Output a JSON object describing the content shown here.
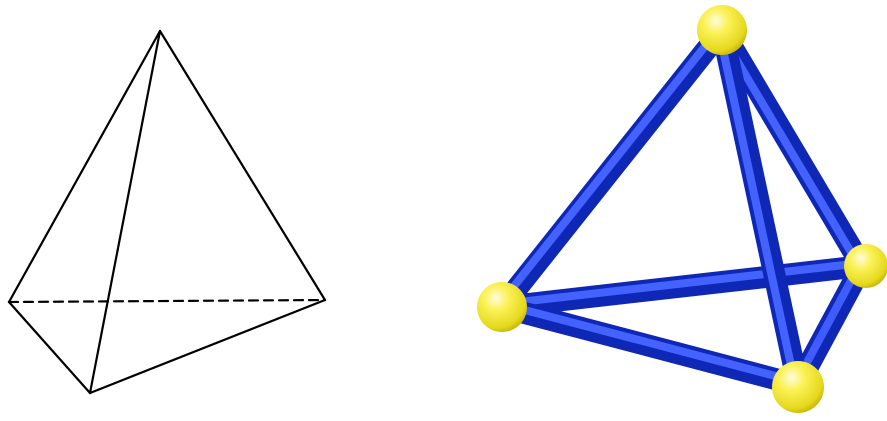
{
  "figures": [
    {
      "kind": "wireframe-tetrahedron",
      "edge_color": "#000000",
      "hidden_edge_style": "dashed"
    },
    {
      "kind": "ball-and-stick-tetrahedron",
      "stick_color": "#1f3de6",
      "ball_color": "#f7ef3a"
    }
  ]
}
